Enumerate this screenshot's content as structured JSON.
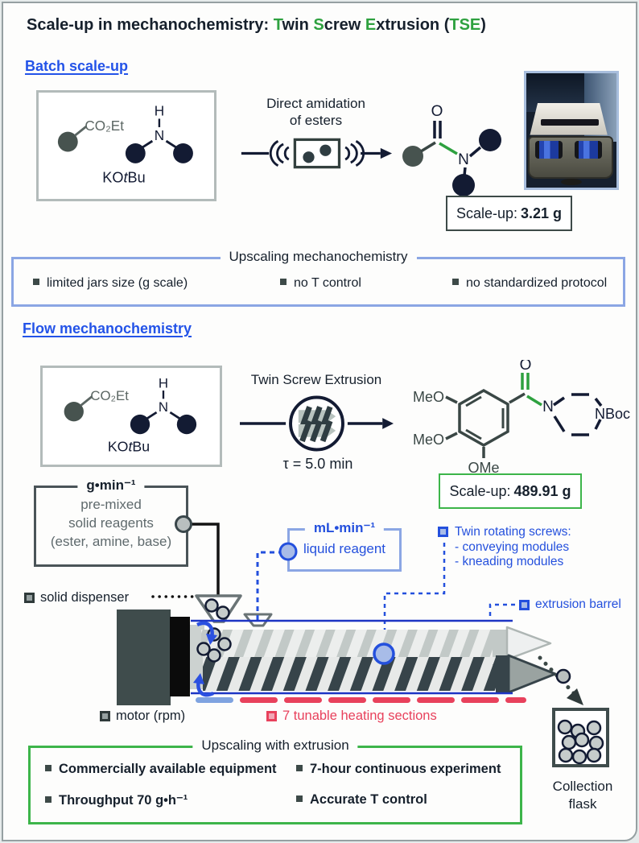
{
  "title": {
    "segments": [
      {
        "t": "Scale-up in mechanochemistry: ",
        "c": "dark"
      },
      {
        "t": "T",
        "c": "green"
      },
      {
        "t": "win ",
        "c": "dark"
      },
      {
        "t": "S",
        "c": "green"
      },
      {
        "t": "crew ",
        "c": "dark"
      },
      {
        "t": "E",
        "c": "green"
      },
      {
        "t": "xtrusion (",
        "c": "dark"
      },
      {
        "t": "TSE",
        "c": "green"
      },
      {
        "t": ")",
        "c": "dark"
      }
    ]
  },
  "batch": {
    "heading": "Batch scale-up",
    "box": {
      "ester": "CO₂Et",
      "h": "H",
      "n": "N",
      "kotbu_1": "KO",
      "kotbu_2": "t",
      "kotbu_3": "Bu"
    },
    "reaction": {
      "line1": "Direct amidation",
      "line2": "of esters"
    },
    "product": {
      "o": "O",
      "n": "N"
    },
    "scale": {
      "label": "Scale-up:",
      "value": "3.21 g"
    }
  },
  "mech_box": {
    "legend": "Upscaling mechanochemistry",
    "bullets": [
      "limited jars size (g scale)",
      "no T control",
      "no standardized protocol"
    ]
  },
  "flow": {
    "heading": "Flow mechanochemistry",
    "box": {
      "ester": "CO₂Et",
      "h": "H",
      "n": "N",
      "kotbu_1": "KO",
      "kotbu_2": "t",
      "kotbu_3": "Bu"
    },
    "reaction": {
      "label": "Twin Screw Extrusion",
      "tau": "τ = 5.0 min"
    },
    "product": {
      "meo_top": "MeO",
      "meo_bottom": "MeO",
      "ome": "OMe",
      "o": "O",
      "n": "N",
      "nboc": "NBoc"
    },
    "scale": {
      "label": "Scale-up:",
      "value": "489.91 g"
    }
  },
  "extruder": {
    "solid_feed": {
      "legend": "g•min⁻¹",
      "lines": [
        "pre-mixed",
        "solid reagents",
        "(ester, amine, base)"
      ]
    },
    "solid_dispenser_label": "solid dispenser",
    "liquid_feed": {
      "legend": "mL•min⁻¹",
      "label": "liquid reagent"
    },
    "screws_note": {
      "title": "Twin rotating screws:",
      "items": [
        "- conveying modules",
        "- kneading modules"
      ]
    },
    "barrel_label": "extrusion barrel",
    "motor_label": "motor (rpm)",
    "heating": {
      "count": 7,
      "label": "7 tunable heating sections"
    },
    "collection": {
      "line1": "Collection",
      "line2": "flask"
    }
  },
  "ext_box": {
    "legend": "Upscaling with extrusion",
    "bullets": [
      "Commercially available equipment",
      "7-hour continuous experiment",
      "Throughput 70 g•h⁻¹",
      "Accurate T control"
    ]
  },
  "colors": {
    "ink": "#16202c",
    "green": "#2ea13f",
    "heading_blue": "#2353e8",
    "note_blue": "#2450dd",
    "box_blue": "#8ba6e4",
    "box_green": "#3db54a",
    "red": "#e8415c",
    "dash_blue": "#7fa3e0",
    "navy_ball": "#131b33",
    "gray_ball": "#47534f",
    "gray_text": "#5f6a6d",
    "motor_gray": "#3f4c4c"
  }
}
